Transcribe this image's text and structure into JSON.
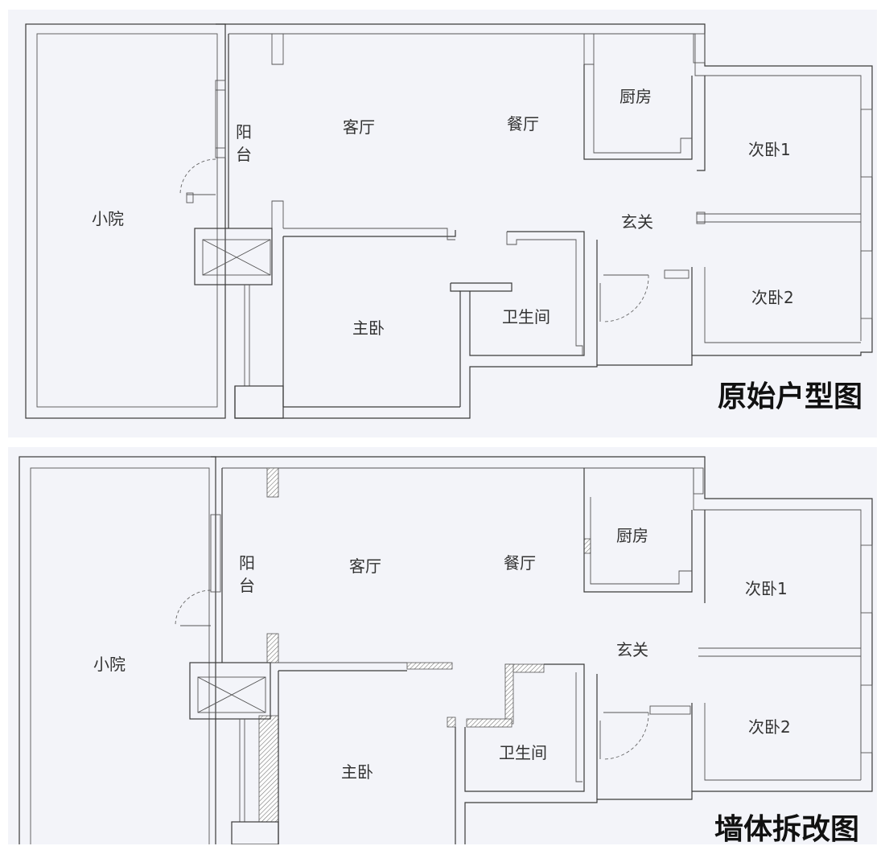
{
  "plans": {
    "original": {
      "title": "原始户型图",
      "rooms": {
        "yard": "小院",
        "balcony": "阳台",
        "living": "客厅",
        "dining": "餐厅",
        "kitchen": "厨房",
        "bedroom2": "次卧1",
        "entrance": "玄关",
        "bedroom3": "次卧2",
        "master": "主卧",
        "bathroom": "卫生间"
      }
    },
    "modified": {
      "title": "墙体拆改图",
      "rooms": {
        "yard": "小院",
        "balcony": "阳台",
        "living": "客厅",
        "dining": "餐厅",
        "kitchen": "厨房",
        "bedroom2": "次卧1",
        "entrance": "玄关",
        "bedroom3": "次卧2",
        "master": "主卧",
        "bathroom": "卫生间"
      }
    }
  },
  "colors": {
    "background": "#f3f4f9",
    "wall": "#3a3a3a",
    "new_wall_hatch": "#888888"
  }
}
